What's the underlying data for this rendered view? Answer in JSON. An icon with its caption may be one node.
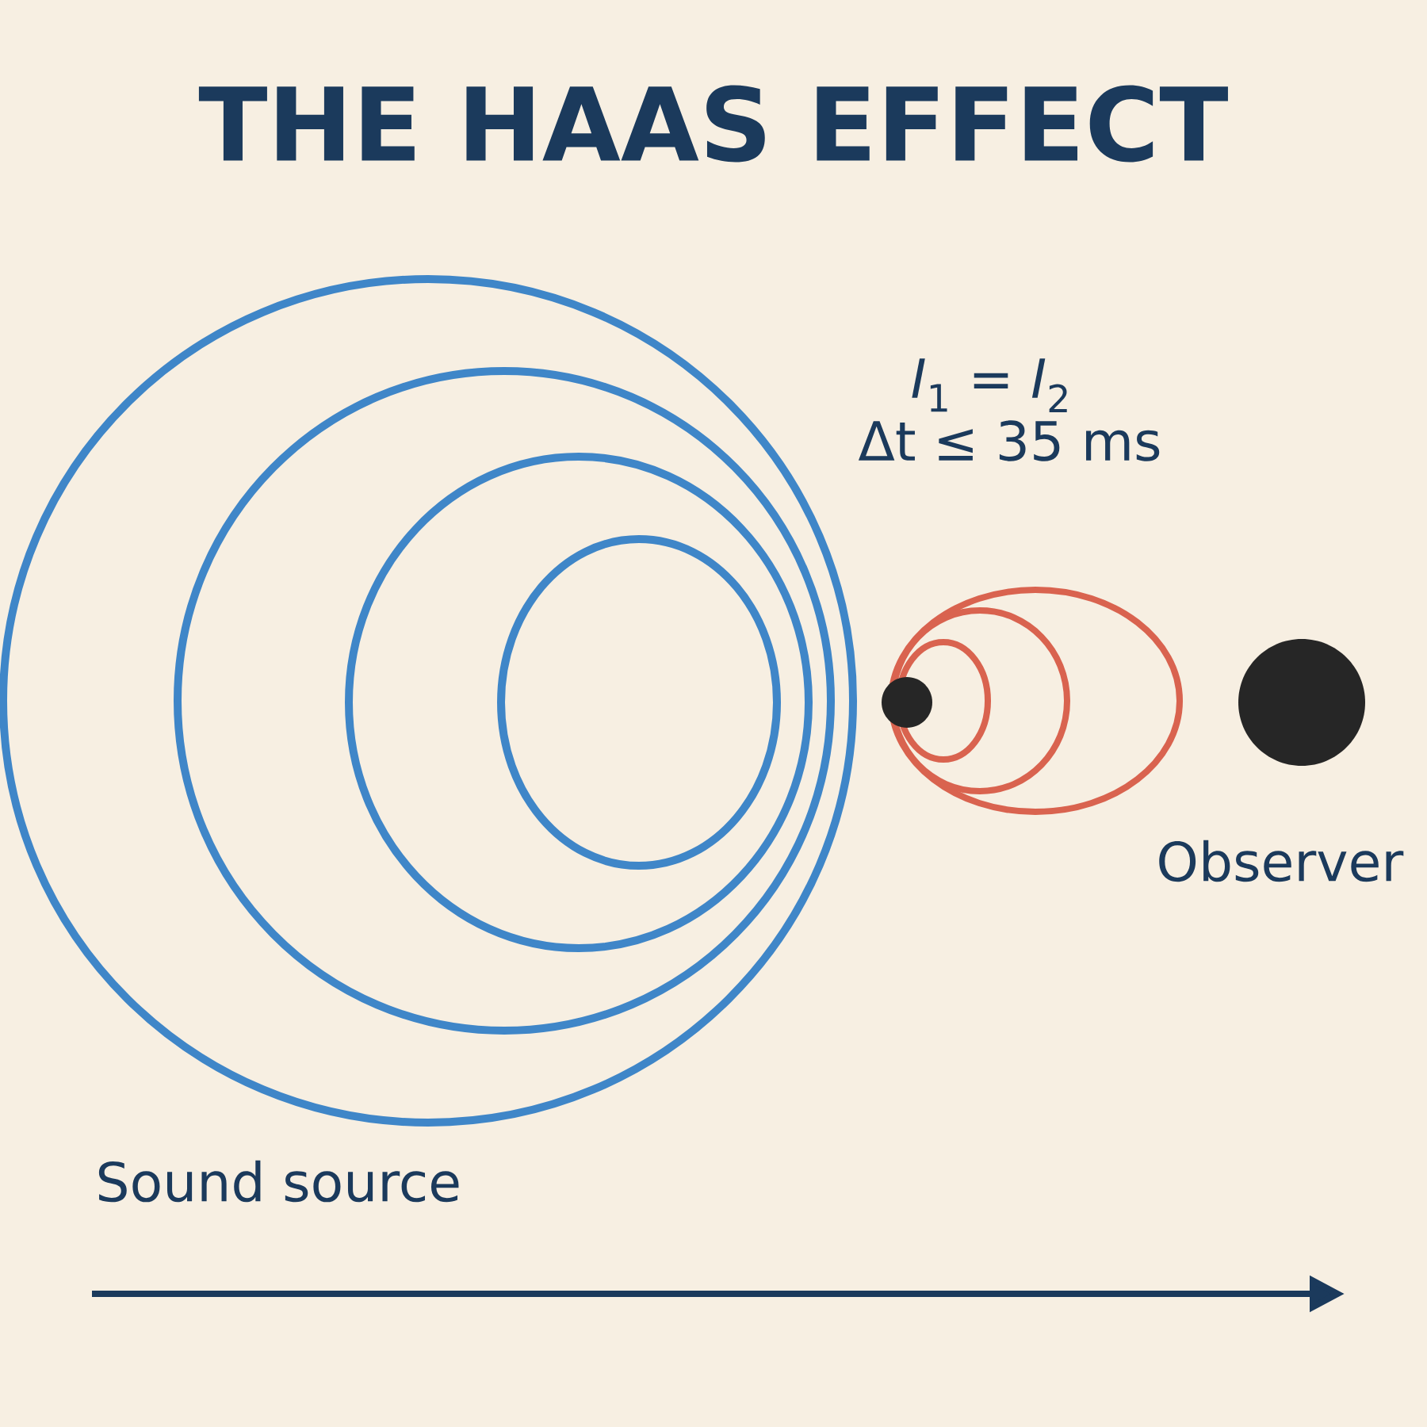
{
  "diagram": {
    "title": "THE HAAS EFFECT",
    "nodes": [
      {
        "text": [],
        "shape": "circle"
      },
      {
        "text": [],
        "shape": "circle",
        "beside": [
          "Observer"
        ]
      }
    ],
    "labels": [
      "*I*$_{1}$ = *I*$_{2}$",
      "Δt ≤ 35 ms",
      "Sound source"
    ]
  }
}
